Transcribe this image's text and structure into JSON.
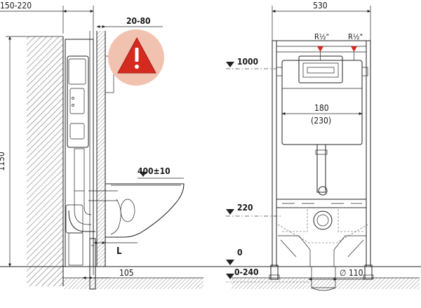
{
  "left_view": {
    "dim_top_width": "150-220",
    "dim_wall_offset": "20-80",
    "dim_height": "1150",
    "dim_bowl_height": "400±10",
    "dim_L": "L",
    "dim_pipe_offset": "105"
  },
  "right_view": {
    "dim_frame_width": "530",
    "valve_left": "R½\"",
    "valve_right": "R½\"",
    "level_1000": "1000",
    "dim_flush_width": "180",
    "dim_flush_width_alt": "(230)",
    "level_220": "220",
    "level_0": "0",
    "dim_floor_range": "0-240",
    "dim_pipe_dia": "∅ 110"
  },
  "warning": {
    "icon": "warning-triangle-icon",
    "color_bg": "#f2c2b0",
    "color_triangle": "#d42a1f"
  }
}
